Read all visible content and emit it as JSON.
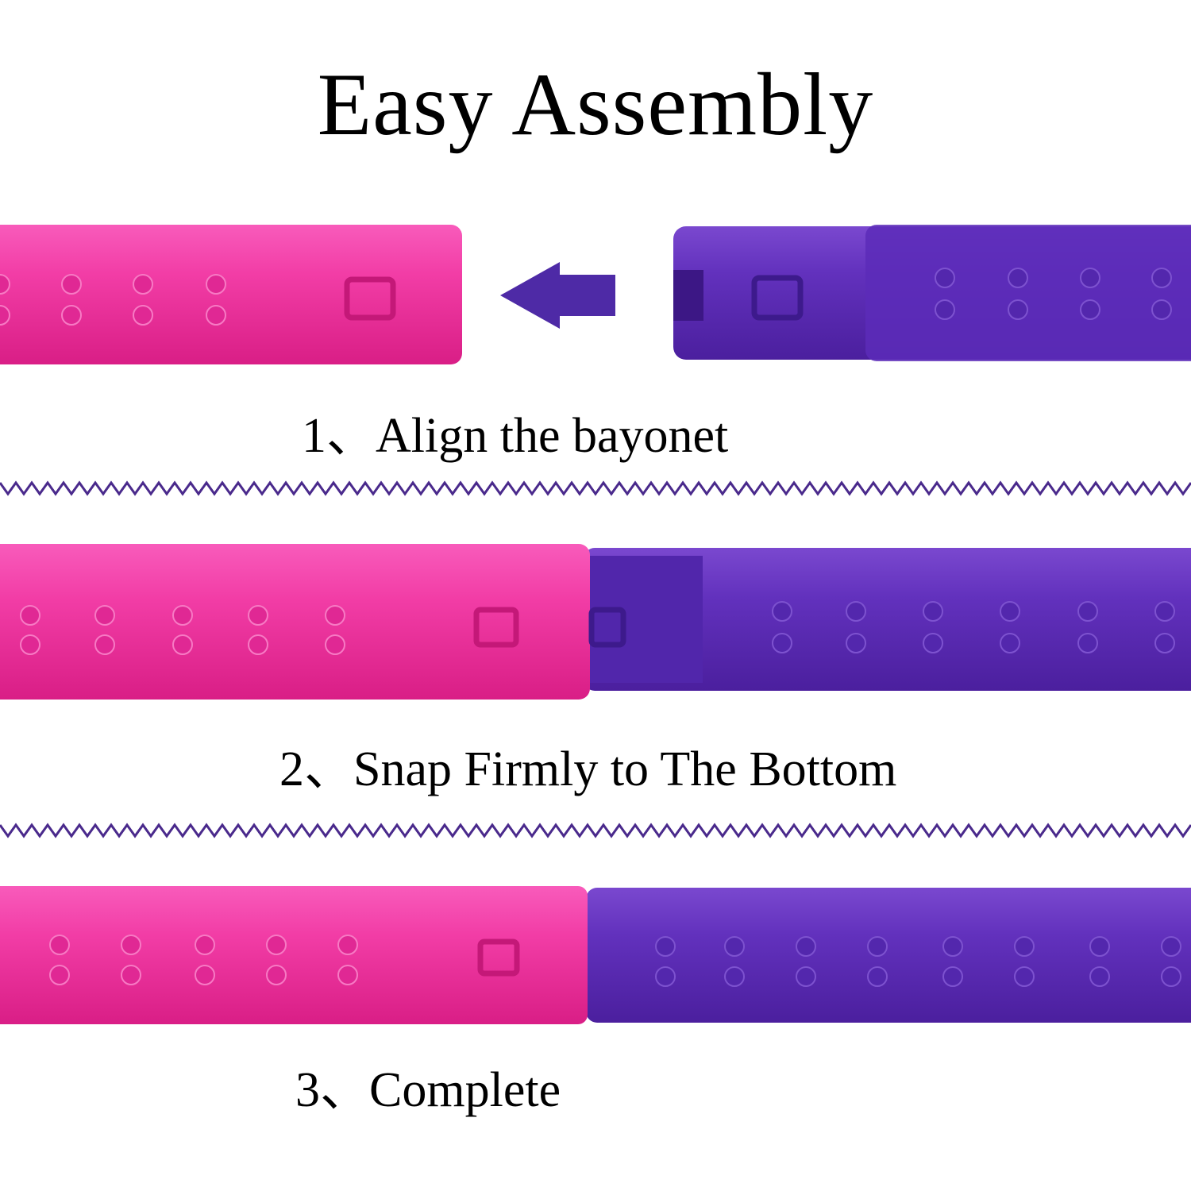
{
  "title": "Easy Assembly",
  "steps": [
    {
      "number": "1",
      "separator": "、",
      "text": "Align the bayonet"
    },
    {
      "number": "2",
      "separator": "、",
      "text": "Snap Firmly to The Bottom"
    },
    {
      "number": "3",
      "separator": "、",
      "text": "Complete"
    }
  ],
  "colors": {
    "pink": "#ee2c9a",
    "purple": "#5a28b4",
    "arrow": "#4e2aa6",
    "wave": "#4a2a8c"
  },
  "icons": {
    "arrow": "left-arrow-icon",
    "divider": "wave-divider"
  }
}
